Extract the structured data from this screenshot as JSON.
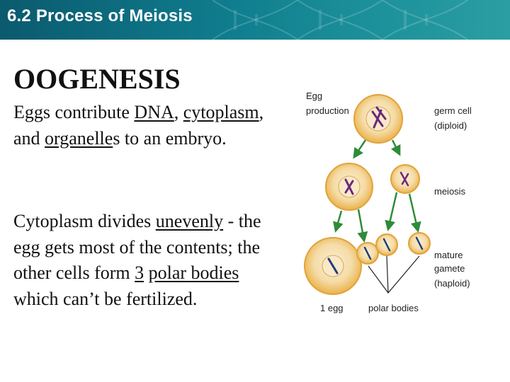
{
  "header": {
    "title": "6.2 Process of Meiosis"
  },
  "heading": "OOGENESIS",
  "paragraph1": {
    "t1": "Eggs contribute ",
    "u1": "DNA",
    "t2": ", ",
    "u2": "cytoplasm",
    "t3": ", and ",
    "u3": "organelle",
    "t4": "s to an embryo."
  },
  "paragraph2": {
    "t1": "Cytoplasm divides ",
    "u1": "unevenly",
    "t2": " - the egg gets most of the contents; the other cells form ",
    "u2": "3",
    "t3": " ",
    "u3": "polar bodies ",
    "t4": "which can’t be fertilized."
  },
  "diagram": {
    "label_egg_production_1": "Egg",
    "label_egg_production_2": "production",
    "label_germ_cell_1": "germ cell",
    "label_germ_cell_2": "(diploid)",
    "label_meiosis": "meiosis",
    "label_mature_1": "mature",
    "label_mature_2": "gamete",
    "label_mature_3": "(haploid)",
    "label_1egg": "1 egg",
    "label_polar_bodies": "polar bodies"
  },
  "colors": {
    "header_bg": "#0f7d8e",
    "cell_outer": "#f2c15a",
    "cell_inner": "#f8e6bf",
    "arrow": "#2e8b3a"
  }
}
